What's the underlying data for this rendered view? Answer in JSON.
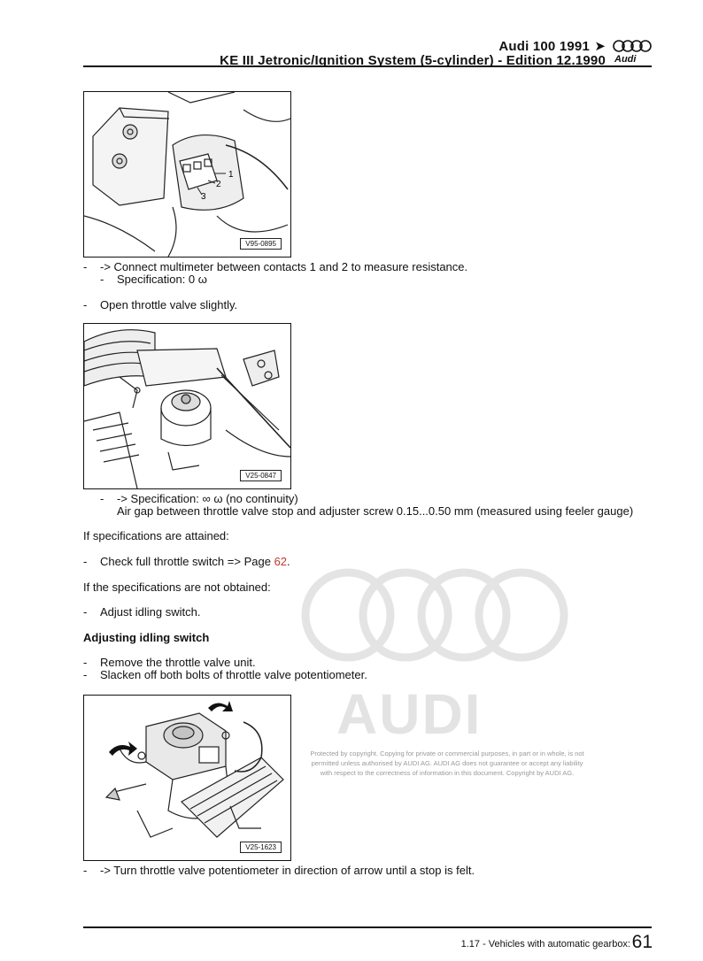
{
  "header": {
    "title": "Audi 100 1991",
    "arrow": "➤",
    "subtitle": "KE III Jetronic/Ignition System (5-cylinder) - Edition 12.1990",
    "logo_word": "Audi"
  },
  "figures": [
    {
      "label": "V95-0895",
      "callouts": [
        "1",
        "2",
        "3"
      ]
    },
    {
      "label": "V25-0847"
    },
    {
      "label": "V25-1623"
    }
  ],
  "steps": {
    "s1": "-> Connect multimeter between contacts 1 and 2 to measure resistance.",
    "s1_spec": "Specification: 0 ω",
    "s2": "Open throttle valve slightly.",
    "s3_spec": "-> Specification: ∞ ω (no continuity)",
    "s3_air": "Air gap between throttle valve stop and adjuster screw 0.15...0.50 mm (measured using feeler gauge)",
    "if_attained": "If specifications are attained:",
    "check_full": "Check full throttle switch => Page",
    "page_ref": "62",
    "period": ".",
    "if_not": "If the specifications are not obtained:",
    "adjust": "Adjust idling switch.",
    "heading": "Adjusting idling switch",
    "remove": "Remove the throttle valve unit.",
    "slacken": "Slacken off both bolts of throttle valve potentiometer.",
    "turn": "-> Turn throttle valve potentiometer in direction of arrow until a stop is felt."
  },
  "watermark": {
    "word": "AUDI",
    "note_lines": [
      "Protected by copyright. Copying for private or commercial purposes, in part or in whole, is not",
      "permitted unless authorised by AUDI AG. AUDI AG does not guarantee or accept any liability",
      "with respect to the correctness of information in this document. Copyright by AUDI AG."
    ]
  },
  "footer": {
    "section": "1.17 - Vehicles with automatic gearbox:",
    "page": "61"
  }
}
